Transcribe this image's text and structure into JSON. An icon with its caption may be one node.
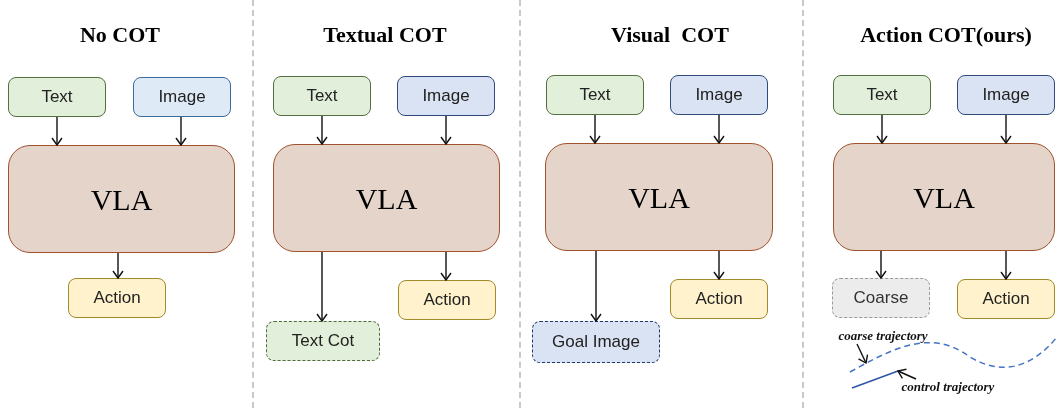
{
  "diagram": {
    "nodes": [
      {
        "text": [
          "Text"
        ]
      },
      {
        "text": [
          "Image"
        ]
      },
      {
        "text": [
          "VLA"
        ]
      },
      {
        "text": [
          "Action"
        ]
      },
      {
        "text": [
          "Text"
        ]
      },
      {
        "text": [
          "Image"
        ]
      },
      {
        "text": [
          "VLA"
        ]
      },
      {
        "text": [
          "Text Cot"
        ]
      },
      {
        "text": [
          "Action"
        ]
      },
      {
        "text": [
          "Text"
        ]
      },
      {
        "text": [
          "Image"
        ]
      },
      {
        "text": [
          "VLA"
        ]
      },
      {
        "text": [
          "Goal Image"
        ]
      },
      {
        "text": [
          "Action"
        ]
      },
      {
        "text": [
          "Text"
        ]
      },
      {
        "text": [
          "Image"
        ]
      },
      {
        "text": [
          "VLA"
        ]
      },
      {
        "text": [
          "Coarse"
        ]
      },
      {
        "text": [
          "Action"
        ]
      },
      {
        "text": [
          "coarse trajectory"
        ]
      },
      {
        "text": [],
        "shape": "curve"
      },
      {
        "text": [],
        "shape": "line"
      },
      {
        "text": [
          "control trajectory"
        ]
      }
    ],
    "edges": [
      {
        "from": 0,
        "to": 2,
        "arrow": "to"
      },
      {
        "from": 1,
        "to": 2,
        "arrow": "to"
      },
      {
        "from": 2,
        "to": 3,
        "arrow": "to"
      },
      {
        "from": 4,
        "to": 6,
        "arrow": "to"
      },
      {
        "from": 5,
        "to": 6,
        "arrow": "to"
      },
      {
        "from": 6,
        "to": 7,
        "arrow": "to"
      },
      {
        "from": 6,
        "to": 8,
        "arrow": "to"
      },
      {
        "from": 9,
        "to": 11,
        "arrow": "to"
      },
      {
        "from": 10,
        "to": 11,
        "arrow": "to"
      },
      {
        "from": 11,
        "to": 12,
        "arrow": "to"
      },
      {
        "from": 11,
        "to": 13,
        "arrow": "to"
      },
      {
        "from": 14,
        "to": 16,
        "arrow": "to"
      },
      {
        "from": 15,
        "to": 16,
        "arrow": "to"
      },
      {
        "from": 16,
        "to": 17,
        "arrow": "to"
      },
      {
        "from": 16,
        "to": 18,
        "arrow": "to"
      },
      {
        "from": 19,
        "to": 20,
        "arrow": "to"
      },
      {
        "from": 22,
        "to": 21,
        "arrow": "to"
      }
    ],
    "labels": [
      "No COT",
      "Textual COT",
      "Visual  COT",
      "Action COT(ours)"
    ]
  }
}
